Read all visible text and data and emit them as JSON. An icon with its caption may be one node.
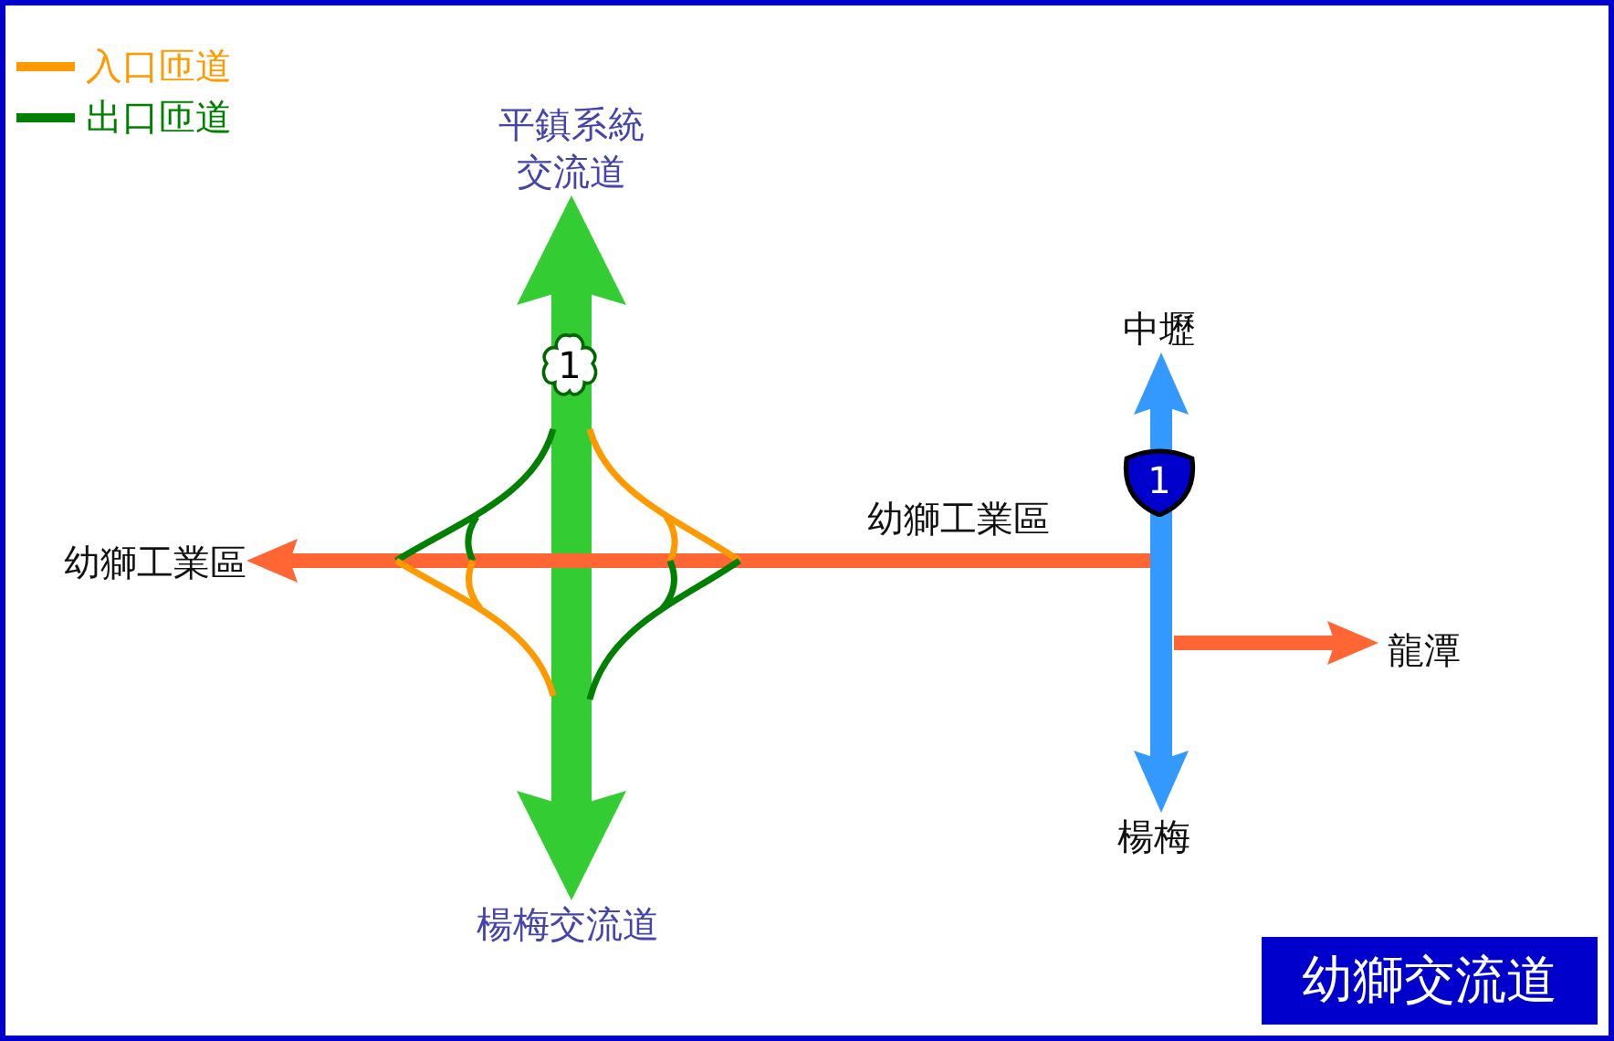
{
  "diagram": {
    "title": "幼獅交流道",
    "nodes": [
      {
        "text": [
          "平鎮系統交流道"
        ]
      },
      {
        "text": [
          "幼獅工業區"
        ]
      },
      {
        "text": [
          "楊梅交流道"
        ]
      },
      {
        "text": [
          "中壢"
        ]
      },
      {
        "text": [
          "楊梅"
        ]
      },
      {
        "text": [
          "龍潭"
        ]
      }
    ],
    "edges": [
      {
        "from": 2,
        "to": 0,
        "arrow": "both",
        "style": "thick",
        "color": "#33cc33"
      },
      {
        "from": null,
        "to": 1,
        "arrow": "to",
        "label": "幼獅工業區",
        "color": "#ff6633"
      },
      {
        "from": 4,
        "to": 3,
        "arrow": "both",
        "color": "#3399ff"
      },
      {
        "from": null,
        "to": 5,
        "arrow": "to",
        "color": "#ff6633"
      }
    ],
    "labels": [
      "1",
      "1"
    ],
    "legend": [
      {
        "text": "入口匝道",
        "color": "#ff9900"
      },
      {
        "text": "出口匝道",
        "color": "#008000"
      }
    ]
  }
}
